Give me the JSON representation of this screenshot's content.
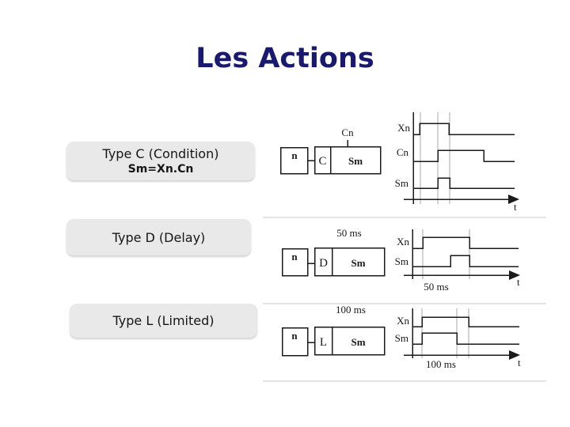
{
  "slide": {
    "title": "Les Actions",
    "title_color": "#191970",
    "background": "#ffffff"
  },
  "sections": [
    {
      "id": "type-c",
      "label": "Type C (Condition)",
      "formula": "Sm=Xn.Cn",
      "block": {
        "step": "n",
        "action_type": "C",
        "output": "Sm",
        "condition": "Cn"
      },
      "timing": {
        "signals": [
          "Xn",
          "Cn",
          "Sm"
        ],
        "time_label": "t"
      }
    },
    {
      "id": "type-d",
      "label": "Type D (Delay)",
      "block": {
        "step": "n",
        "action_type": "D",
        "output": "Sm",
        "delay": "50 ms"
      },
      "timing": {
        "signals": [
          "Xn",
          "Sm"
        ],
        "duration": "50 ms",
        "time_label": "t"
      }
    },
    {
      "id": "type-l",
      "label": "Type L (Limited)",
      "block": {
        "step": "n",
        "action_type": "L",
        "output": "Sm",
        "limit": "100 ms"
      },
      "timing": {
        "signals": [
          "Xn",
          "Sm"
        ],
        "duration": "100 ms",
        "time_label": "t"
      }
    }
  ]
}
